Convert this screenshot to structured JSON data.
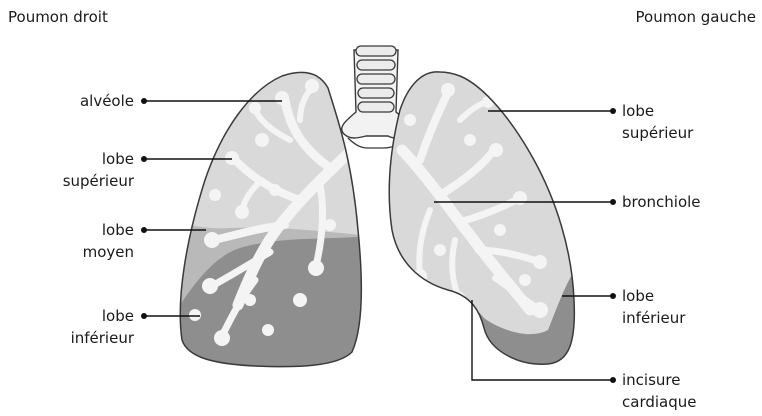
{
  "headers": {
    "right_lung": "Poumon droit",
    "left_lung": "Poumon gauche"
  },
  "labels_left": [
    {
      "lines": [
        "alvéole"
      ]
    },
    {
      "lines": [
        "lobe",
        "supérieur"
      ]
    },
    {
      "lines": [
        "lobe",
        "moyen"
      ]
    },
    {
      "lines": [
        "lobe",
        "inférieur"
      ]
    }
  ],
  "labels_right": [
    {
      "lines": [
        "lobe",
        "supérieur"
      ]
    },
    {
      "lines": [
        "bronchiole"
      ]
    },
    {
      "lines": [
        "lobe",
        "inférieur"
      ]
    },
    {
      "lines": [
        "incisure",
        "cardiaque"
      ]
    }
  ],
  "colors": {
    "upper_lobe": "#d9d9d9",
    "middle_lobe": "#b9b9b9",
    "lower_lobe": "#8e8e8e",
    "bronchi": "#f4f4f4",
    "outline": "#3a3a3a",
    "leader": "#111111"
  }
}
